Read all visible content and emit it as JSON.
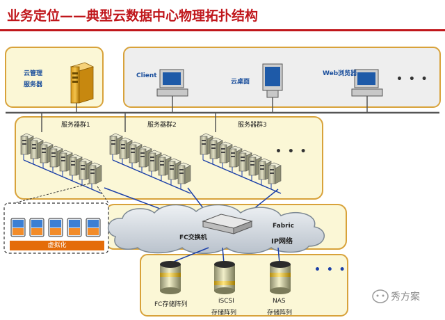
{
  "title": "业务定位——典型云数据中心物理拓扑结构",
  "mgmt": {
    "line1": "云管理",
    "line2": "服务器"
  },
  "clients": {
    "client": "Client",
    "desktop": "云桌面",
    "web": "Web浏览器",
    "more": "• • •"
  },
  "clusters": {
    "c1": "服务器群1",
    "c2": "服务器群2",
    "c3": "服务器群3",
    "more": "• • •"
  },
  "virtualization": "虚拟化",
  "network": {
    "fc": "FC交换机",
    "fabric": "Fabric",
    "ip": "IP网络"
  },
  "storage": {
    "fc": "FC存储阵列",
    "iscsi_line1": "iSCSI",
    "iscsi_line2": "存储阵列",
    "nas_line1": "NAS",
    "nas_line2": "存储阵列",
    "more": "• • •"
  },
  "watermark": "秀方案"
}
